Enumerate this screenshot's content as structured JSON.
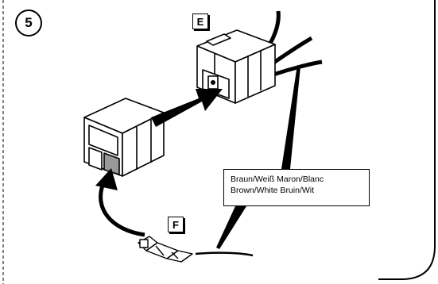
{
  "step": {
    "number": "5"
  },
  "labels": {
    "connector_housing": "E",
    "terminal": "F"
  },
  "callout": {
    "line1": "Braun/Weiß Maron/Blanc",
    "line2": "Brown/White Bruin/Wit"
  },
  "colors": {
    "ink": "#000000",
    "paper": "#ffffff",
    "insert_gray": "#999999"
  }
}
